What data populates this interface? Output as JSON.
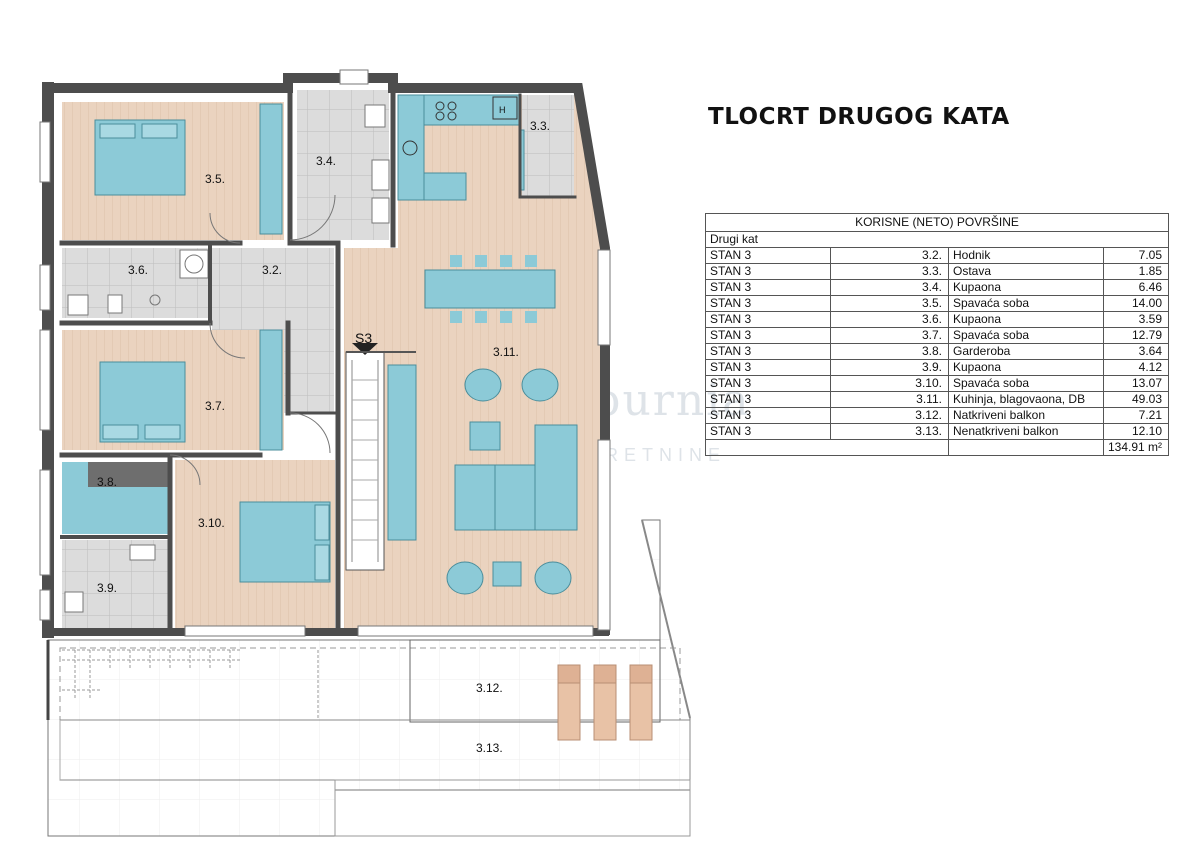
{
  "title": "TLOCRT DRUGOG KATA",
  "table": {
    "header": "KORISNE (NETO) POVRŠINE",
    "subheader": "Drugi kat",
    "rows": [
      {
        "unit": "STAN 3",
        "code": "3.2.",
        "name": "Hodnik",
        "area": "7.05"
      },
      {
        "unit": "STAN 3",
        "code": "3.3.",
        "name": "Ostava",
        "area": "1.85"
      },
      {
        "unit": "STAN 3",
        "code": "3.4.",
        "name": "Kupaona",
        "area": "6.46"
      },
      {
        "unit": "STAN 3",
        "code": "3.5.",
        "name": "Spavaća soba",
        "area": "14.00"
      },
      {
        "unit": "STAN 3",
        "code": "3.6.",
        "name": "Kupaona",
        "area": "3.59"
      },
      {
        "unit": "STAN 3",
        "code": "3.7.",
        "name": "Spavaća soba",
        "area": "12.79"
      },
      {
        "unit": "STAN 3",
        "code": "3.8.",
        "name": "Garderoba",
        "area": "3.64"
      },
      {
        "unit": "STAN 3",
        "code": "3.9.",
        "name": "Kupaona",
        "area": "4.12"
      },
      {
        "unit": "STAN 3",
        "code": "3.10.",
        "name": "Spavaća soba",
        "area": "13.07"
      },
      {
        "unit": "STAN 3",
        "code": "3.11.",
        "name": "Kuhinja, blagovaona, DB",
        "area": "49.03"
      },
      {
        "unit": "STAN 3",
        "code": "3.12.",
        "name": "Natkriveni balkon",
        "area": "7.21"
      },
      {
        "unit": "STAN 3",
        "code": "3.13.",
        "name": "Nenatkriveni balkon",
        "area": "12.10"
      }
    ],
    "total": "134.91 m²"
  },
  "plan": {
    "stair_label": "S3",
    "rooms": {
      "r35": "3.5.",
      "r34": "3.4.",
      "r33": "3.3.",
      "r36": "3.6.",
      "r32": "3.2.",
      "r37": "3.7.",
      "r311": "3.11.",
      "r38": "3.8.",
      "r310": "3.10.",
      "r39": "3.9.",
      "r312": "3.12.",
      "r313": "3.13."
    },
    "fridge_mark": "H"
  },
  "watermark": {
    "brand": "Liburnia",
    "tagline": "NEKRETNINE"
  },
  "colors": {
    "floor_wood": "#ead3bf",
    "tile": "#d9d9d9",
    "furniture": "#8ccad7",
    "wall": "#4d4d4d",
    "lounger": "#e8c2a6"
  }
}
